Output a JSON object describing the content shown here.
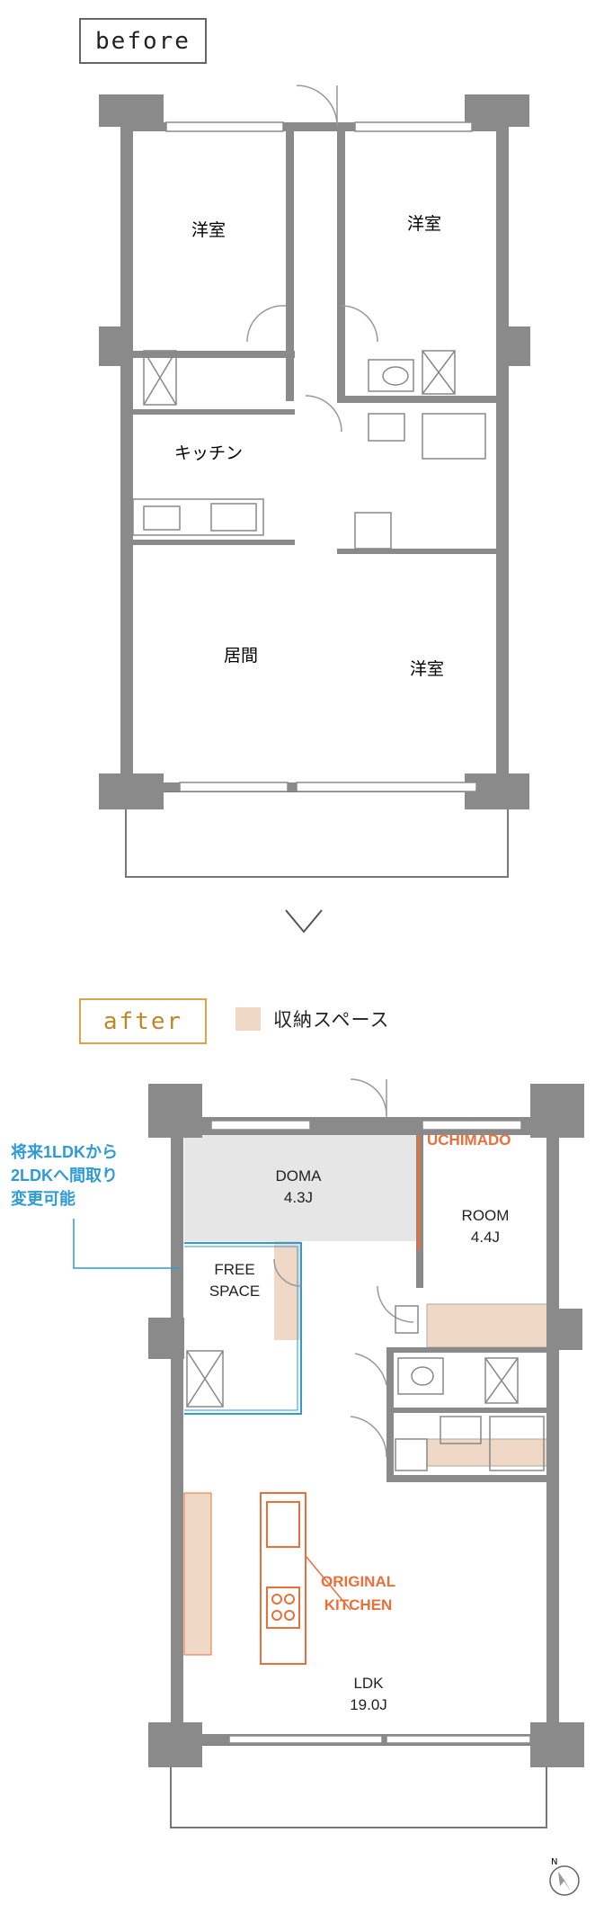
{
  "labels": {
    "before": "before",
    "after": "after"
  },
  "legend": {
    "storage_label": "収納スペース",
    "storage_color": "#efd9c6"
  },
  "before_rooms": {
    "bedroom_top_left": "洋室",
    "bedroom_top_right": "洋室",
    "kitchen": "キッチン",
    "living": "居間",
    "bedroom_right": "洋室"
  },
  "after_rooms": {
    "doma": {
      "name": "DOMA",
      "size": "4.3J"
    },
    "room": {
      "name": "ROOM",
      "size": "4.4J"
    },
    "free_space": {
      "line1": "FREE",
      "line2": "SPACE"
    },
    "ldk": {
      "name": "LDK",
      "size": "19.0J"
    }
  },
  "annotations": {
    "uchimado": "UCHIMADO",
    "original_kitchen_1": "ORIGINAL",
    "original_kitchen_2": "KITCHEN",
    "future_note": [
      "将来1LDKから",
      "2LDKへ間取り",
      "変更可能"
    ]
  },
  "colors": {
    "wall": "#8a8a8a",
    "accent_orange": "#e8703a",
    "accent_blue": "#2e9ad6",
    "doma_fill": "#e6e6e6"
  },
  "compass": {
    "north": "N"
  }
}
